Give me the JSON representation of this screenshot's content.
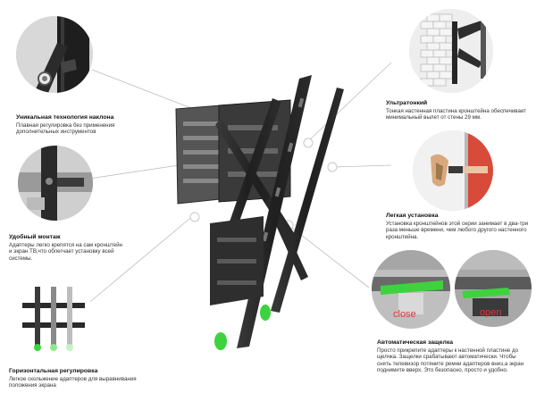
{
  "features": [
    {
      "id": "tilt",
      "title": "Уникальная технология наклона",
      "desc": "Плавная регулировка без применения дополнительных инструментов"
    },
    {
      "id": "ultrathin",
      "title": "Ультратонкий",
      "desc": "Тонкая настенная пластина кронштейна обеспечивает минимальный вылет от стены 29 мм."
    },
    {
      "id": "mounting",
      "title": "Удобный монтаж",
      "desc": "Адаптеры легко крепятся на сам кронштейн и экран ТВ,что облегчает установку всей системы."
    },
    {
      "id": "easy-install",
      "title": "Легкая установка",
      "desc": "Установка кронштейнов этой серии занимает в два-три раза меньше времени, чем любого другого настенного кронштейна."
    },
    {
      "id": "auto-latch",
      "title": "Автоматическая защелка",
      "desc": "Просто прикрепите адаптеры к настенной пластине до щелчка. Защелки срабатывают автоматически. Чтобы снять телевизор потяните ремни адаптеров вниз,а экран поднимите вверх. Это безопасно, просто и удобно."
    },
    {
      "id": "horizontal",
      "title": "Горизонтальная регулировка",
      "desc": "Легкое скольжение адаптеров для выравнивания положения экрана"
    }
  ],
  "latch_labels": {
    "close": "close",
    "open": "open"
  },
  "colors": {
    "accent": "#3ed23e",
    "latch_label": "#d83a3a",
    "metal": "#2a2a2a"
  }
}
